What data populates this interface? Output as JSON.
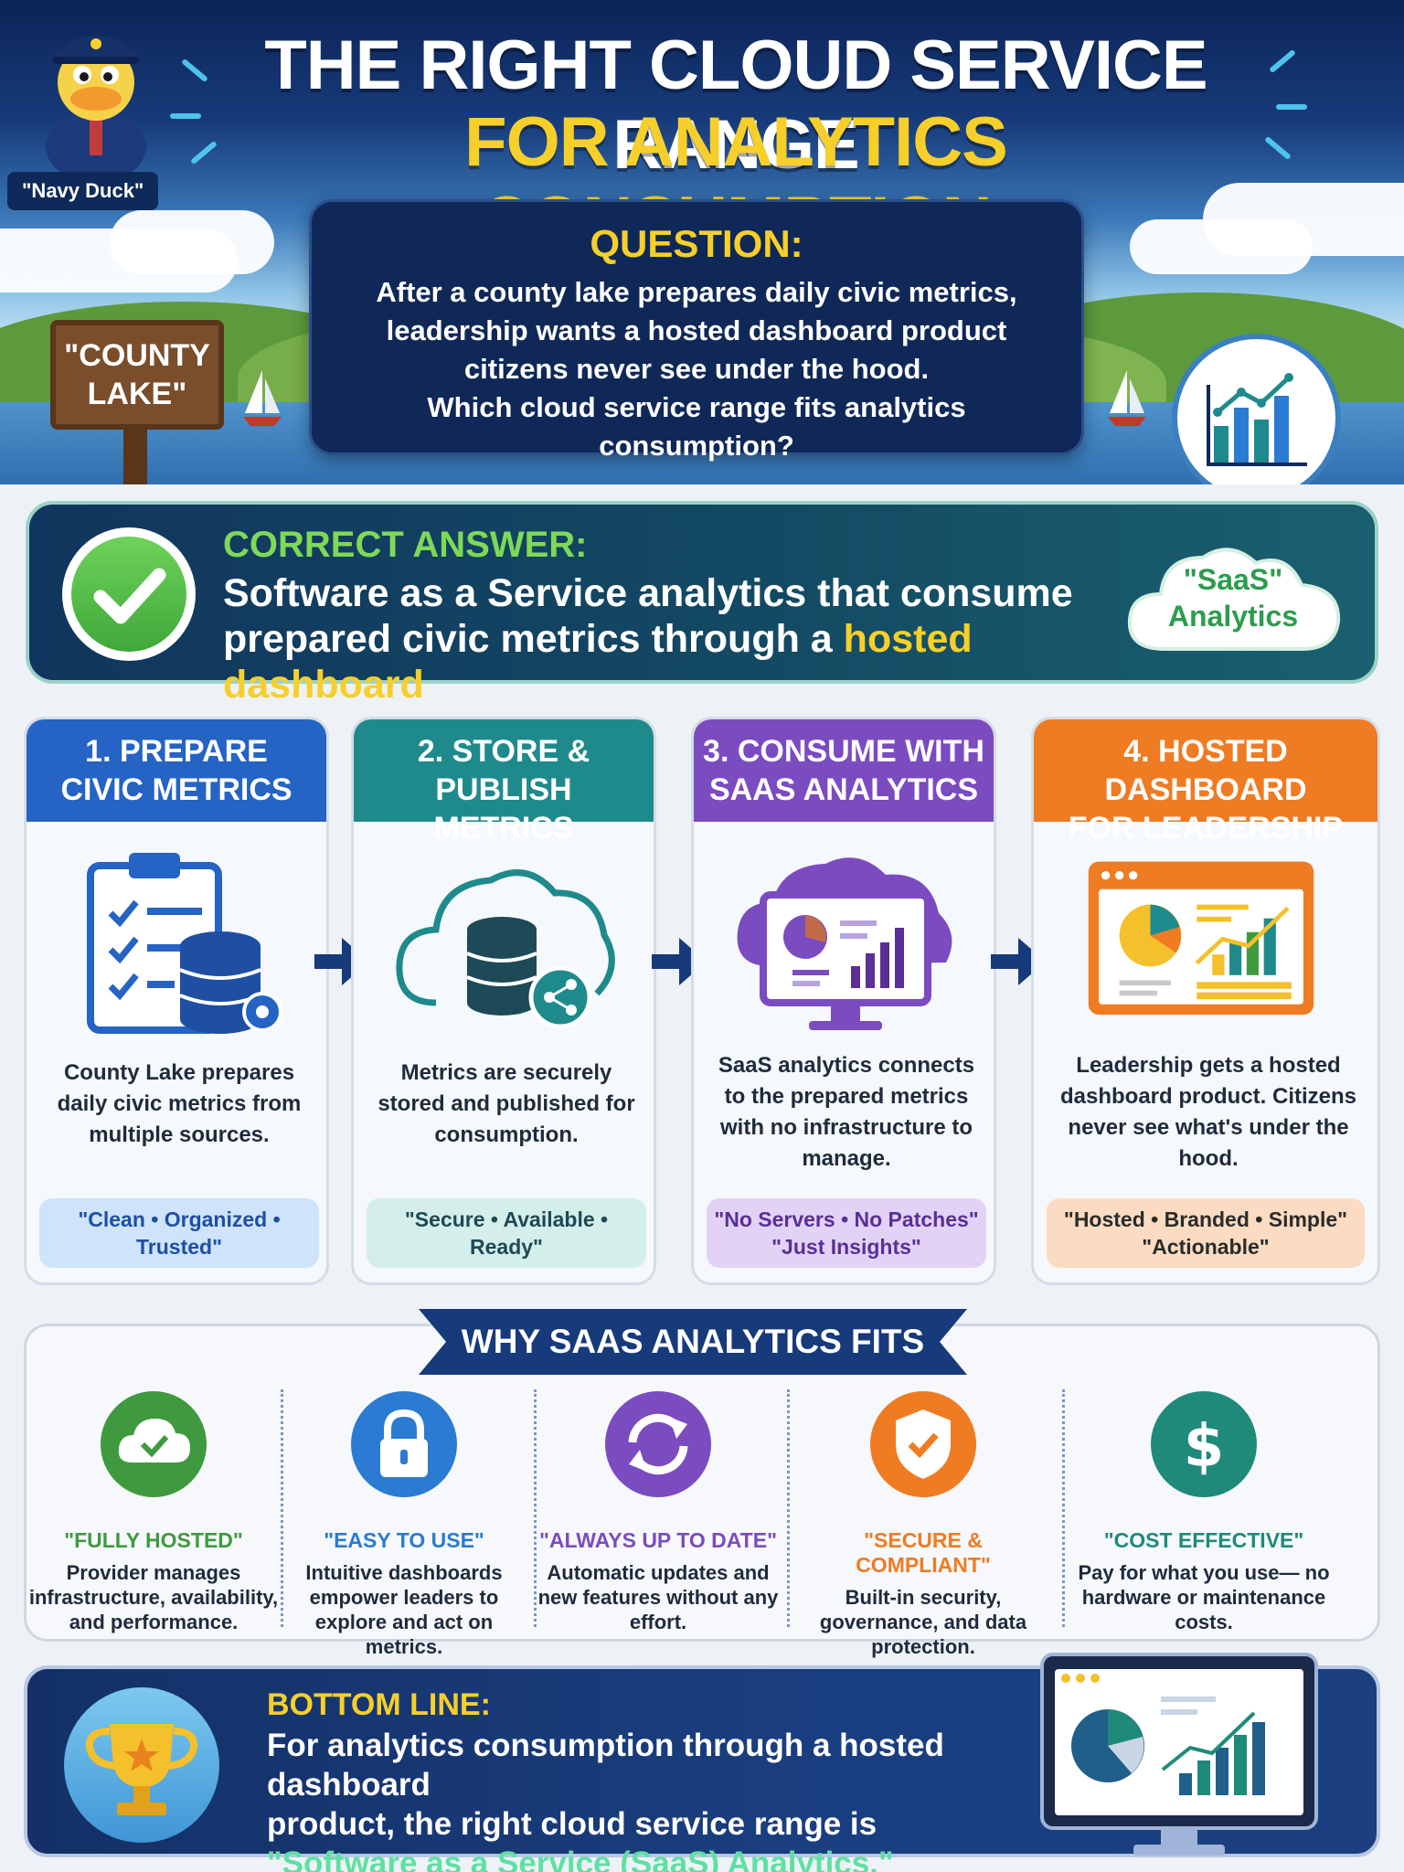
{
  "header": {
    "title_line1": "THE RIGHT CLOUD SERVICE RANGE",
    "title_line2": "FOR ANALYTICS CONSUMPTION",
    "mascot_label": "\"Navy Duck\"",
    "sign_line1": "\"COUNTY",
    "sign_line2": "LAKE\""
  },
  "question": {
    "title": "QUESTION:",
    "lines": [
      "After a county lake prepares daily civic metrics,",
      "leadership wants a hosted dashboard product",
      "citizens never see under the hood.",
      "Which cloud service range fits analytics consumption?"
    ]
  },
  "answer": {
    "label": "CORRECT ANSWER:",
    "line1": "Software as a Service analytics that consume",
    "line2_plain": "prepared civic metrics through a ",
    "line2_highlight": "hosted dashboard",
    "cloud_line1": "\"SaaS\"",
    "cloud_line2": "Analytics"
  },
  "steps": [
    {
      "title_line1": "1. PREPARE",
      "title_line2": "CIVIC METRICS",
      "desc": "County Lake prepares daily civic metrics from multiple sources.",
      "tag_line1": "\"Clean • Organized • Trusted\"",
      "tag_line2": "",
      "color": "#2563c4",
      "tag_bg": "#cfe4fb",
      "tag_color": "#1e4fa3"
    },
    {
      "title_line1": "2. STORE & PUBLISH",
      "title_line2": "METRICS",
      "desc": "Metrics are securely stored and published for consumption.",
      "tag_line1": "\"Secure • Available • Ready\"",
      "tag_line2": "",
      "color": "#1f8a8c",
      "tag_bg": "#d4efea",
      "tag_color": "#1d4a56"
    },
    {
      "title_line1": "3. CONSUME WITH",
      "title_line2": "SAAS ANALYTICS",
      "desc": "SaaS analytics connects to the prepared metrics with no infrastructure to manage.",
      "tag_line1": "\"No Servers • No Patches\"",
      "tag_line2": "\"Just Insights\"",
      "color": "#7b4bc0",
      "tag_bg": "#e2d3f6",
      "tag_color": "#5a2f96"
    },
    {
      "title_line1": "4. HOSTED DASHBOARD",
      "title_line2": "FOR LEADERSHIP",
      "desc": "Leadership gets a hosted dashboard product. Citizens never see what's under the hood.",
      "tag_line1": "\"Hosted • Branded • Simple\"",
      "tag_line2": "\"Actionable\"",
      "color": "#ef7b22",
      "tag_bg": "#fbdcc2",
      "tag_color": "#2b2b2b"
    }
  ],
  "why": {
    "banner": "WHY SAAS ANALYTICS FITS",
    "items": [
      {
        "title": "\"FULLY HOSTED\"",
        "text": "Provider manages infrastructure, availability, and performance.",
        "color": "#3f9a3f",
        "icon": "cloud-check-icon"
      },
      {
        "title": "\"EASY TO USE\"",
        "text": "Intuitive dashboards empower leaders to explore and act on metrics.",
        "color": "#2a7bd1",
        "icon": "lock-icon"
      },
      {
        "title": "\"ALWAYS UP TO DATE\"",
        "text": "Automatic updates and new features without any effort.",
        "color": "#7b4bc0",
        "icon": "refresh-icon"
      },
      {
        "title": "\"SECURE & COMPLIANT\"",
        "text": "Built-in security, governance, and data protection.",
        "color": "#ef7b22",
        "icon": "shield-check-icon"
      },
      {
        "title": "\"COST EFFECTIVE\"",
        "text": "Pay for what you use— no hardware or maintenance costs.",
        "color": "#1f8a7a",
        "icon": "dollar-icon"
      }
    ]
  },
  "bottom": {
    "label": "BOTTOM LINE:",
    "line1": "For analytics consumption through a hosted dashboard",
    "line2": "product, the right cloud service range is",
    "highlight": "\"Software as a Service (SaaS) Analytics.\""
  }
}
